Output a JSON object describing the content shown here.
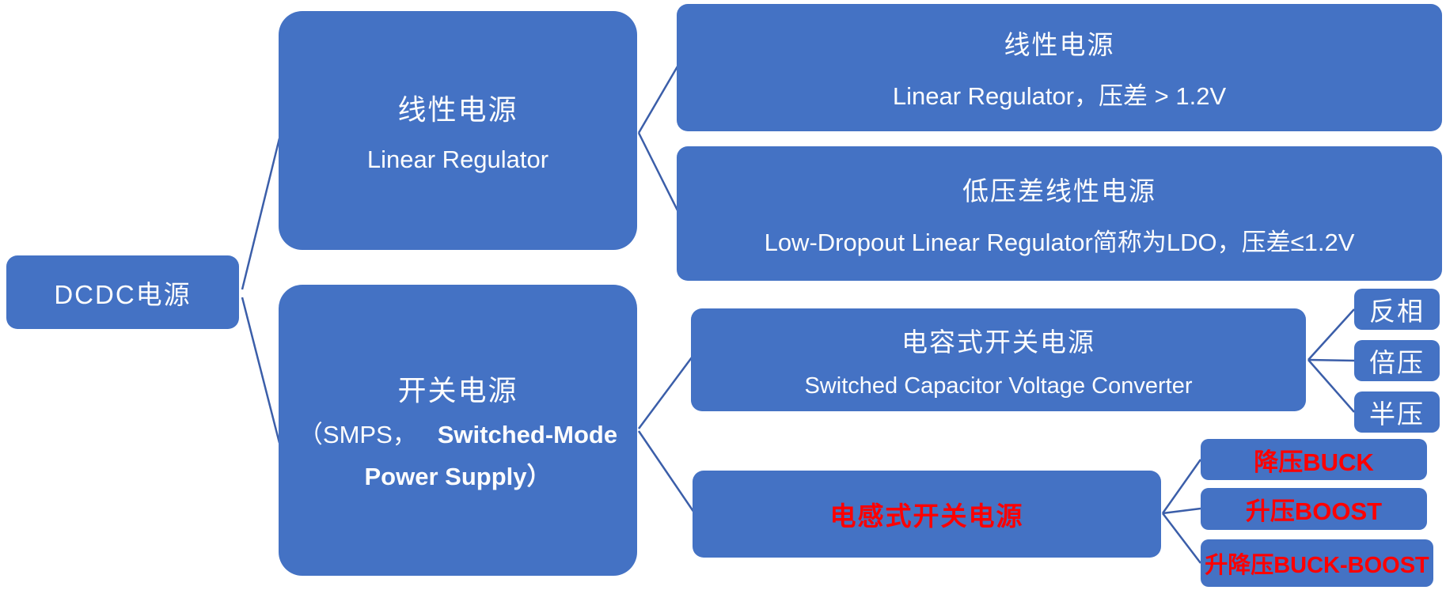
{
  "diagram": {
    "root": {
      "label": "DCDC电源"
    },
    "linear": {
      "title": "线性电源",
      "subtitle": "Linear Regulator"
    },
    "smps": {
      "title": "开关电源",
      "paren_regular": "（SMPS，",
      "paren_bold_1": "Switched-Mode",
      "paren_bold_2": "Power Supply）"
    },
    "linear_regulator": {
      "title": "线性电源",
      "subtitle": "Linear Regulator，压差 > 1.2V"
    },
    "ldo": {
      "title": "低压差线性电源",
      "subtitle": "Low-Dropout Linear Regulator简称为LDO，压差≤1.2V"
    },
    "switched_capacitor": {
      "title": "电容式开关电源",
      "subtitle": "Switched Capacitor Voltage Converter"
    },
    "capacitor_children": [
      "反相",
      "倍压",
      "半压"
    ],
    "inductive": {
      "title": "电感式开关电源"
    },
    "inductive_children": [
      "降压BUCK",
      "升压BOOST",
      "升降压BUCK-BOOST"
    ],
    "colors": {
      "node_fill": "#4472c4",
      "connector": "#3b5ea9",
      "node_text": "#ffffff",
      "highlight_text": "#ff0000",
      "background": "#ffffff"
    }
  }
}
